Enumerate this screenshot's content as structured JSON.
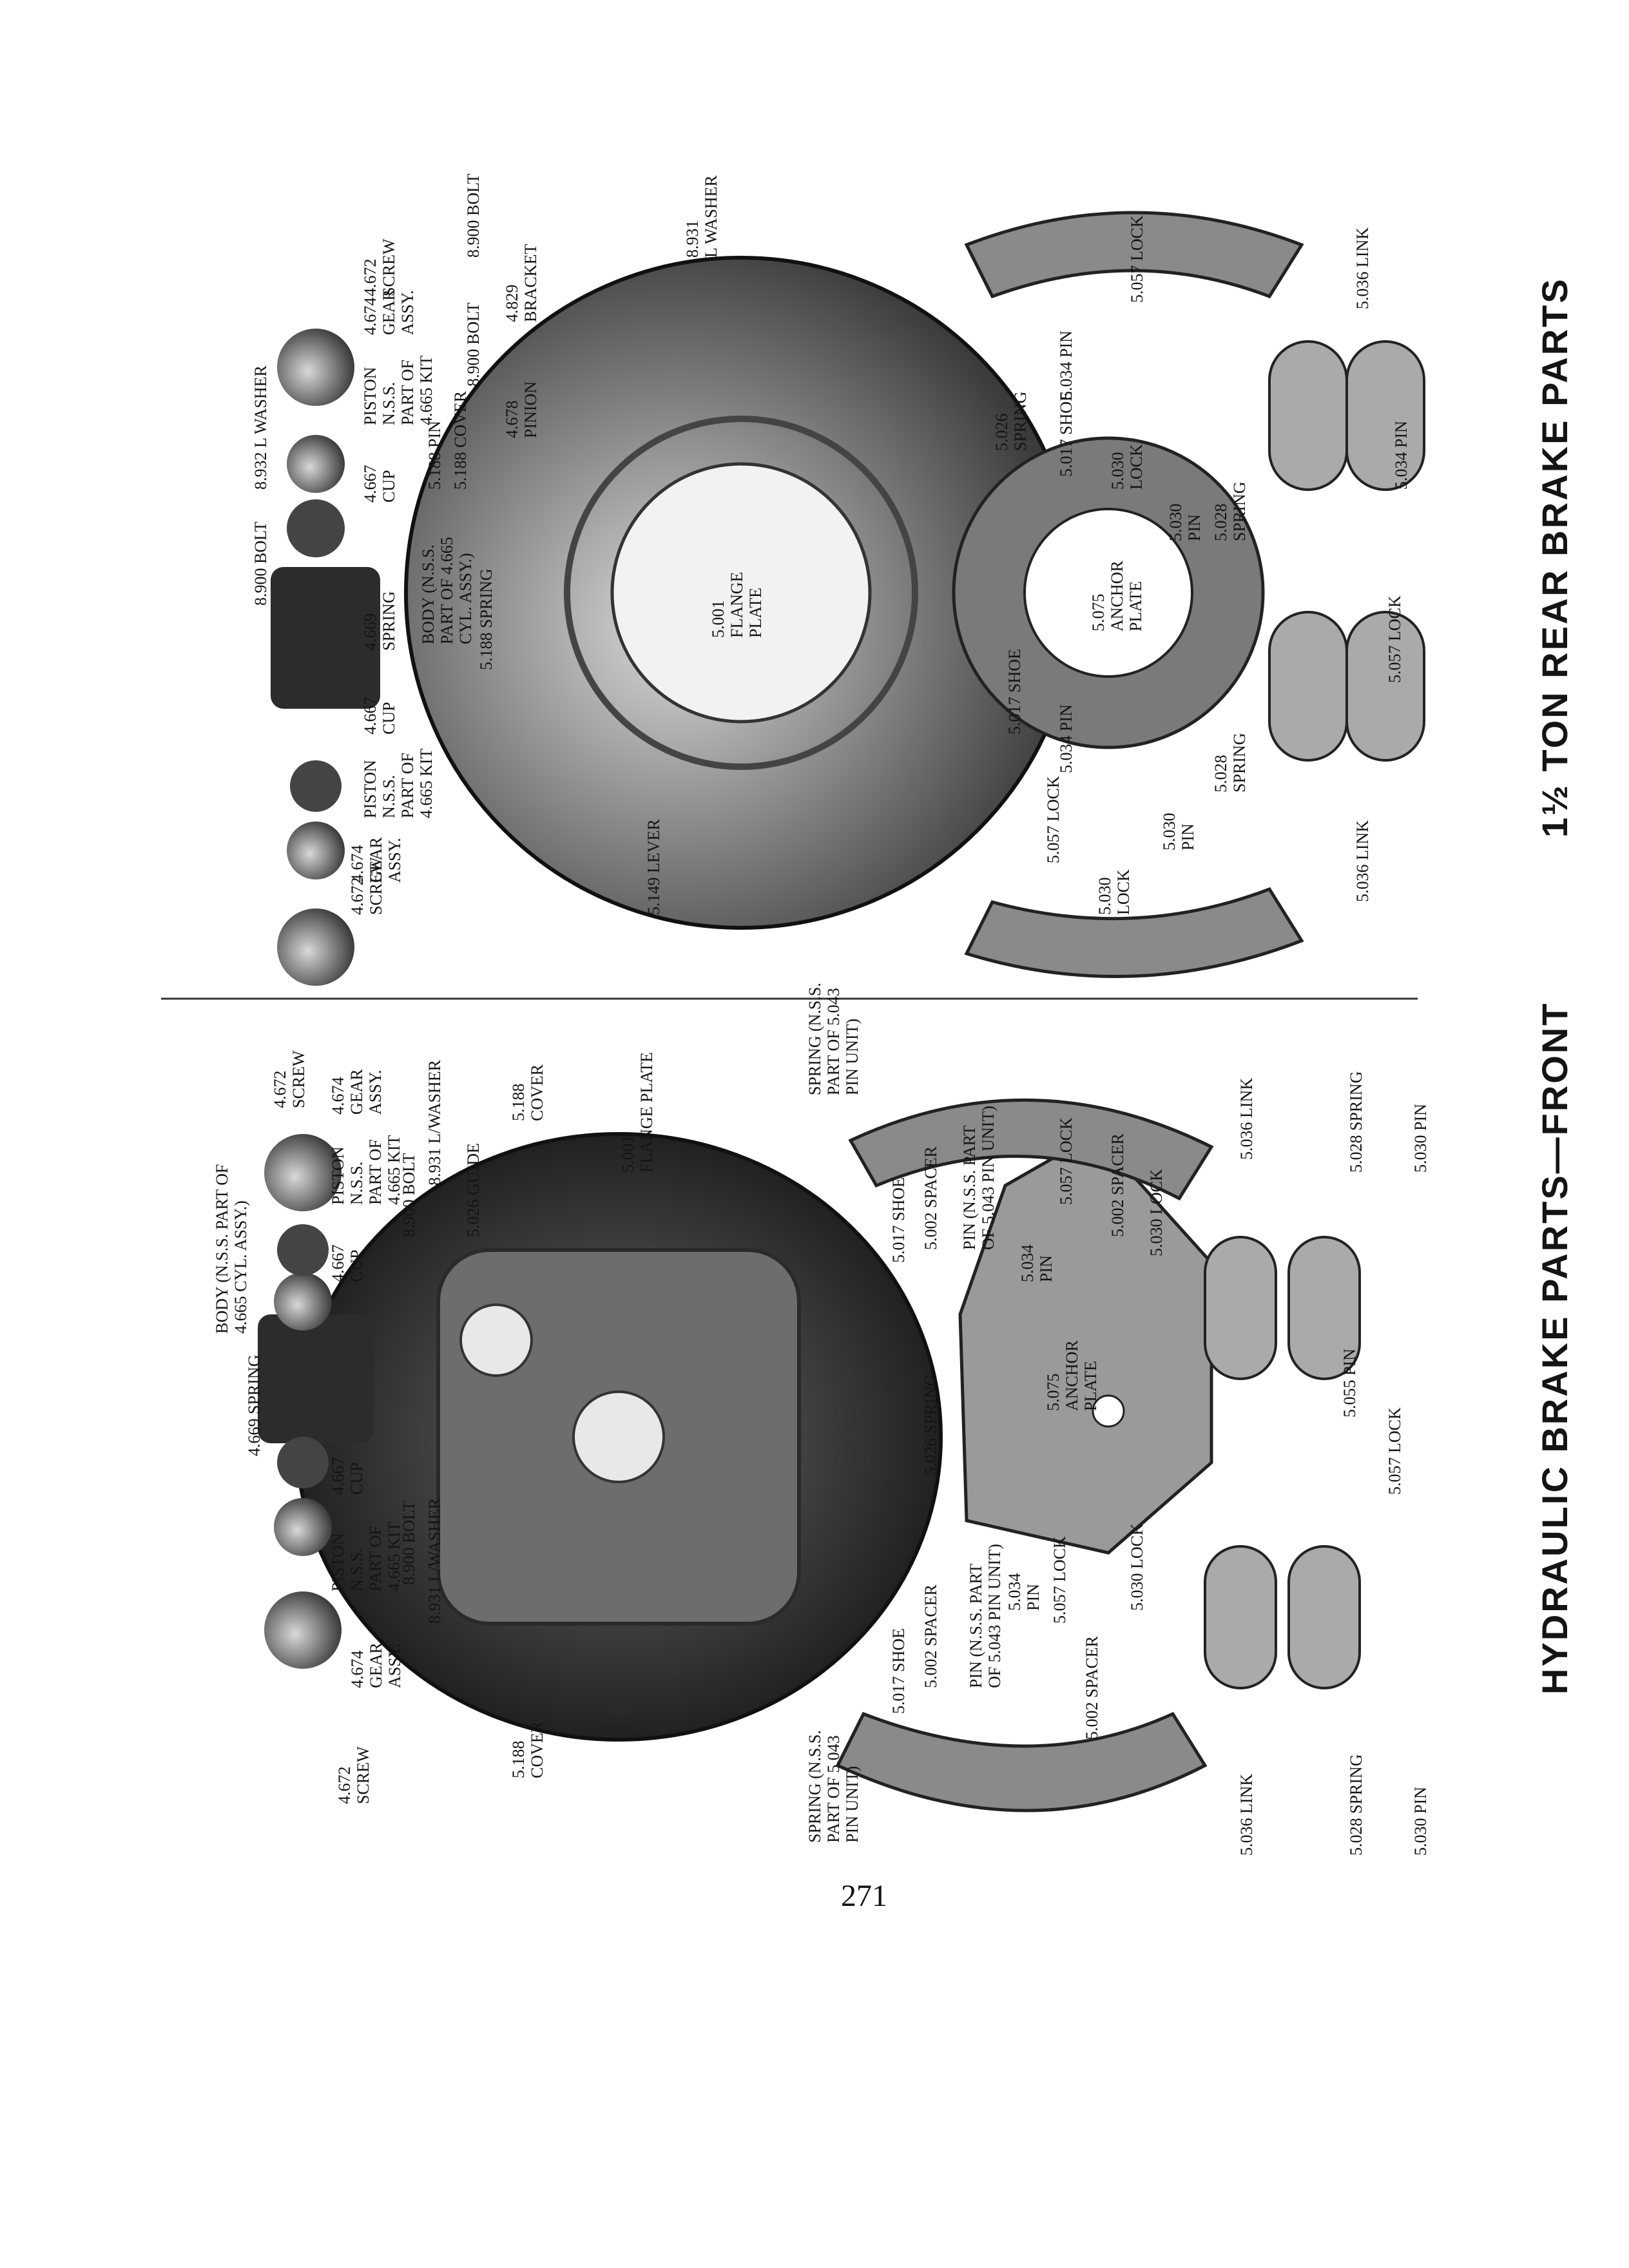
{
  "page_number": "271",
  "front": {
    "heading": "HYDRAULIC BRAKE PARTS—FRONT",
    "labels": {
      "screw_l": "4.672\nSCREW",
      "gear_l": "4.674\nGEAR\nASSY.",
      "piston_l": "PISTON\nN.S.S.\nPART OF\n4.665 KIT",
      "cup_l": "4.667\nCUP",
      "spring_4669": "4.669 SPRING",
      "body": "BODY (N.S.S. PART OF\n4.665 CYL. ASSY.)",
      "cup_r": "4.667\nCUP",
      "piston_r": "PISTON\nN.S.S.\nPART OF\n4.665 KIT",
      "gear_r": "4.674\nGEAR\nASSY.",
      "screw_r": "4.672\nSCREW",
      "bolt_l": "8.900 BOLT",
      "washer_l": "8.931 L/WASHER",
      "bolt_r": "8.900 BOLT",
      "washer_r": "8.931 L/WASHER",
      "guide": "5.026 GUIDE",
      "cover_l": "5.188\nCOVER",
      "cover_r": "5.188\nCOVER",
      "flange": "5.001\nFLANGE PLATE",
      "spring_unit_l": "SPRING (N.S.S.\nPART OF 5.043\nPIN UNIT)",
      "spring_unit_r": "SPRING (N.S.S.\nPART OF 5.043\nPIN UNIT)",
      "shoe_l": "5.017 SHOE",
      "shoe_r": "5.017 SHOE",
      "spacer_1": "5.002 SPACER",
      "spacer_2": "5.002 SPACER",
      "spacer_3": "5.002 SPACER",
      "spacer_4": "5.002 SPACER",
      "pin_unit_l": "PIN (N.S.S. PART\nOF 5.043 PIN UNIT)",
      "pin_unit_r": "PIN (N.S.S. PART\nOF 5.043 PIN UNIT)",
      "pin_5034_l": "5.034\nPIN",
      "pin_5034_r": "5.034\nPIN",
      "lock_5057_l": "5.057 LOCK",
      "lock_5057_r": "5.057 LOCK",
      "lock_5057_c": "5.057 LOCK",
      "lock_5030_l": "5.030 LOCK",
      "lock_5030_r": "5.030 LOCK",
      "spring_5026": "5.026 SPRING",
      "anchor": "5.075\nANCHOR\nPLATE",
      "pin_5055": "5.055 PIN",
      "link_l": "5.036 LINK",
      "link_r": "5.036 LINK",
      "spring_5028_l": "5.028 SPRING",
      "spring_5028_r": "5.028 SPRING",
      "pin_5030_l": "5.030 PIN",
      "pin_5030_r": "5.030 PIN"
    }
  },
  "rear": {
    "heading": "1½ TON REAR BRAKE PARTS",
    "labels": {
      "screw_l": "4.672\nSCREW",
      "gear_l": "4.674\nGEAR\nASSY.",
      "piston_l": "PISTON\nN.S.S.\nPART OF\n4.665 KIT",
      "cup_l": "4.667\nCUP",
      "spring_4669": "4.669\nSPRING",
      "bolt_top": "8.900 BOLT",
      "washer_top": "8.932 L WASHER",
      "body": "BODY (N.S.S.\nPART OF 4.665\nCYL. ASSY.)",
      "cup_r": "4.667\nCUP",
      "piston_r": "PISTON\nN.S.S.\nPART OF\n4.665 KIT",
      "gear_r": "4.674\nGEAR\nASSY.",
      "screw_r": "4.672\nSCREW",
      "spring_5188": "5.188 SPRING",
      "cover_5188": "5.188 COVER",
      "pin_5188": "5.188 PIN",
      "pinion": "4.678\nPINION",
      "bolt_mid": "8.900 BOLT",
      "bracket": "4.829\nBRACKET",
      "bolt_right": "8.900 BOLT",
      "washer_right": "8.931\nL WASHER",
      "lever": "5.149 LEVER",
      "flange": "5.001\nFLANGE\nPLATE",
      "shoe_l": "5.017 SHOE",
      "shoe_r": "5.017 SHOE",
      "lock_5057_l": "5.057 LOCK",
      "lock_5057_r": "5.057 LOCK",
      "lock_5057_c": "5.057 LOCK",
      "pin_5034_l": "5.034 PIN",
      "pin_5034_r": "5.034 PIN",
      "pin_5034_c": "5.034 PIN",
      "lock_5030_l": "5.030\nLOCK",
      "lock_5030_r": "5.030\nLOCK",
      "pin_5030_l": "5.030\nPIN",
      "pin_5030_r": "5.030\nPIN",
      "spring_5028_l": "5.028\nSPRING",
      "spring_5028_r": "5.028\nSPRING",
      "spring_5026": "5.026\nSPRING",
      "anchor": "5.075\nANCHOR\nPLATE",
      "link_l": "5.036 LINK",
      "link_r": "5.036 LINK"
    }
  }
}
